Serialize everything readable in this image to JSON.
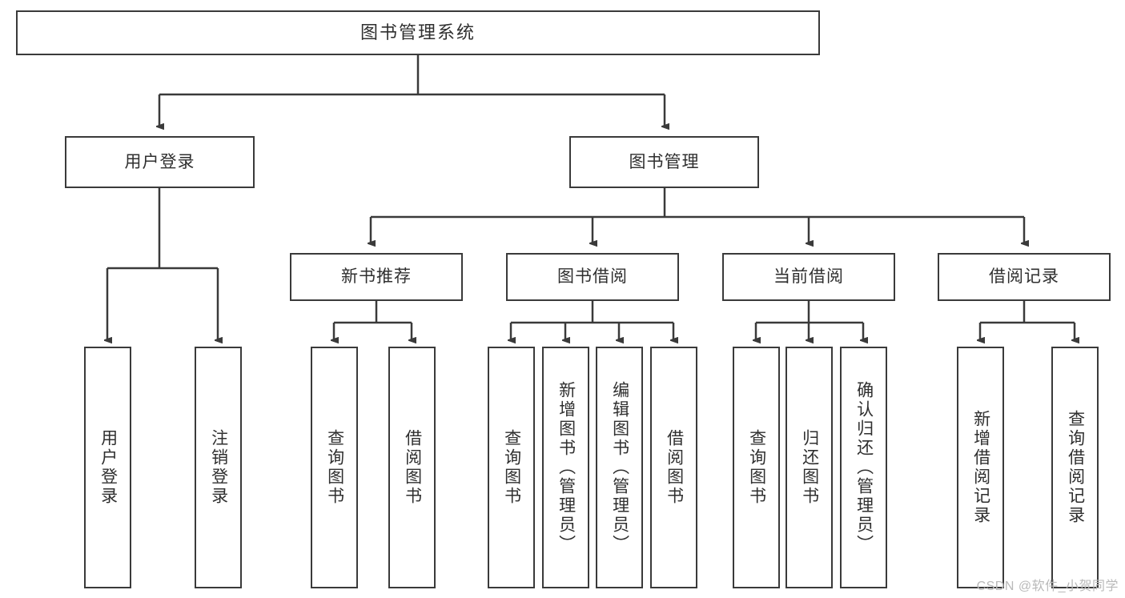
{
  "diagram": {
    "kind": "tree-structure-chart",
    "root": {
      "label": "图书管理系统"
    },
    "level2": [
      {
        "label": "用户登录"
      },
      {
        "label": "图书管理"
      }
    ],
    "level3": [
      {
        "label": "新书推荐"
      },
      {
        "label": "图书借阅"
      },
      {
        "label": "当前借阅"
      },
      {
        "label": "借阅记录"
      }
    ],
    "leaves": {
      "user_login": [
        {
          "label": "用户登录"
        },
        {
          "label": "注销登录"
        }
      ],
      "new_book_recommend": [
        {
          "label": "查询图书"
        },
        {
          "label": "借阅图书"
        }
      ],
      "book_borrow": [
        {
          "label": "查询图书"
        },
        {
          "label": "新增图书（管理员）"
        },
        {
          "label": "编辑图书（管理员）"
        },
        {
          "label": "借阅图书"
        }
      ],
      "current_borrow": [
        {
          "label": "查询图书"
        },
        {
          "label": "归还图书"
        },
        {
          "label": "确认归还（管理员）"
        }
      ],
      "borrow_records": [
        {
          "label": "新增借阅记录"
        },
        {
          "label": "查询借阅记录"
        }
      ]
    }
  },
  "watermark": {
    "text": "CSDN @软件_小贺同学"
  },
  "colors": {
    "stroke": "#3a3a3a",
    "text": "#2f2f2f",
    "background": "#ffffff",
    "watermark": "#b9b9b9"
  }
}
